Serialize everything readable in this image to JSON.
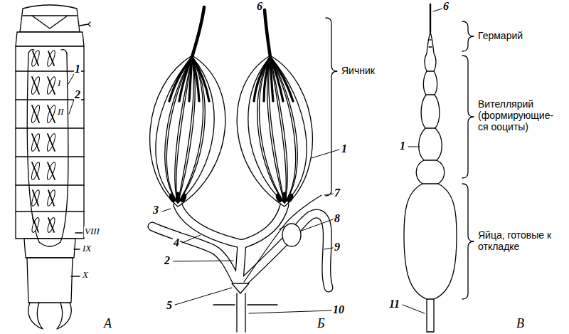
{
  "diagram": {
    "labels": [
      "I",
      "II",
      "1",
      "2",
      "VIII",
      "IX",
      "X",
      "А",
      "6",
      "Яичник",
      "1",
      "3",
      "7",
      "8",
      "4",
      "9",
      "2",
      "5",
      "10",
      "Б",
      "6",
      "Гермарий",
      "Вителлярий (формирующие- ся ооциты)",
      "1",
      "Яйца, готовые к откладке",
      "11",
      "В"
    ]
  }
}
